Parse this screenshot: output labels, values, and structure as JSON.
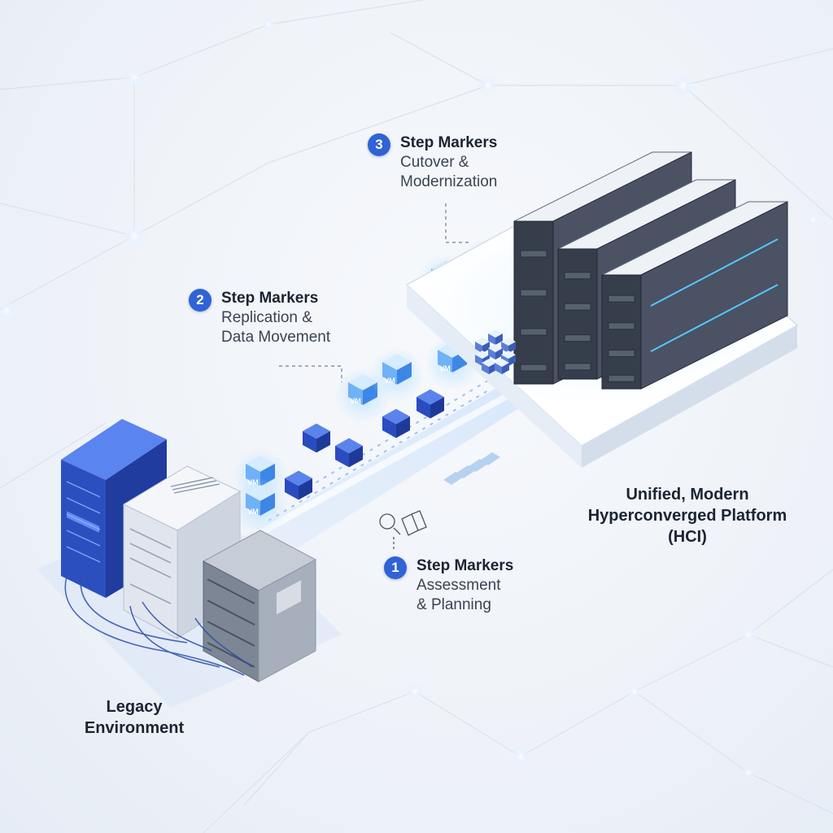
{
  "steps": [
    {
      "number": "3",
      "title": "Step Markers",
      "desc_lines": [
        "Cutover &",
        "Modernization"
      ]
    },
    {
      "number": "2",
      "title": "Step Markers",
      "desc_lines": [
        "Replication &",
        "Data Movement"
      ]
    },
    {
      "number": "1",
      "title": "Step Markers",
      "desc_lines": [
        "Assessment",
        "& Planning"
      ]
    }
  ],
  "platform": {
    "lines": [
      "Unified, Modern",
      "Hyperconverged Platform",
      "(HCI)"
    ]
  },
  "legacy": {
    "lines": [
      "Legacy",
      "Environment"
    ]
  },
  "vm_label": "VM",
  "colors": {
    "accent": "#2f63d6",
    "vm_glow": "#9fd0ff",
    "hci_dark": "#3b4354",
    "legacy_blue": "#2f55c9"
  }
}
